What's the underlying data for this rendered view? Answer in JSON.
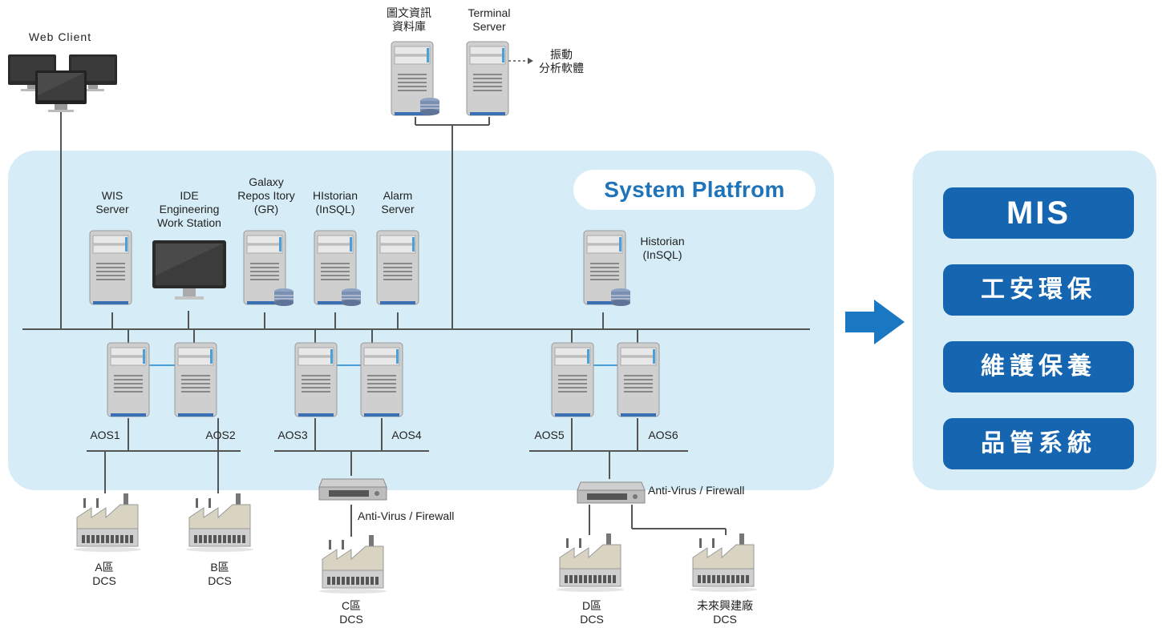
{
  "platform_title": "System Platfrom",
  "mis": {
    "items": [
      "MIS",
      "工安環保",
      "維護保養",
      "品管系統"
    ]
  },
  "labels": {
    "web_client": "Web Client",
    "doc_db_line1": "圖文資訊",
    "doc_db_line2": "資料庫",
    "terminal_line1": "Terminal",
    "terminal_line2": "Server",
    "vibration_line1": "振動",
    "vibration_line2": "分析軟體",
    "wis_line1": "WIS",
    "wis_line2": "Server",
    "ide_line1": "IDE",
    "ide_line2": "Engineering",
    "ide_line3": "Work Station",
    "galaxy_line1": "Galaxy",
    "galaxy_line2": "Repos Itory",
    "galaxy_line3": "(GR)",
    "historian1_line1": "HIstorian",
    "historian1_line2": "(InSQL)",
    "alarm_line1": "Alarm",
    "alarm_line2": "Server",
    "historian2_line1": "Historian",
    "historian2_line2": "(InSQL)",
    "aos1": "AOS1",
    "aos2": "AOS2",
    "aos3": "AOS3",
    "aos4": "AOS4",
    "aos5": "AOS5",
    "aos6": "AOS6",
    "firewall1": "Anti-Virus / Firewall",
    "firewall2": "Anti-Virus / Firewall",
    "plant_a_line1": "A區",
    "plant_a_line2": "DCS",
    "plant_b_line1": "B區",
    "plant_b_line2": "DCS",
    "plant_c_line1": "C區",
    "plant_c_line2": "DCS",
    "plant_d_line1": "D區",
    "plant_d_line2": "DCS",
    "plant_future_line1": "未來興建廠",
    "plant_future_line2": "DCS"
  },
  "colors": {
    "panel": "#d6edf7",
    "accent": "#1565b0",
    "title": "#1f73b8",
    "arrow": "#1a78c2"
  }
}
